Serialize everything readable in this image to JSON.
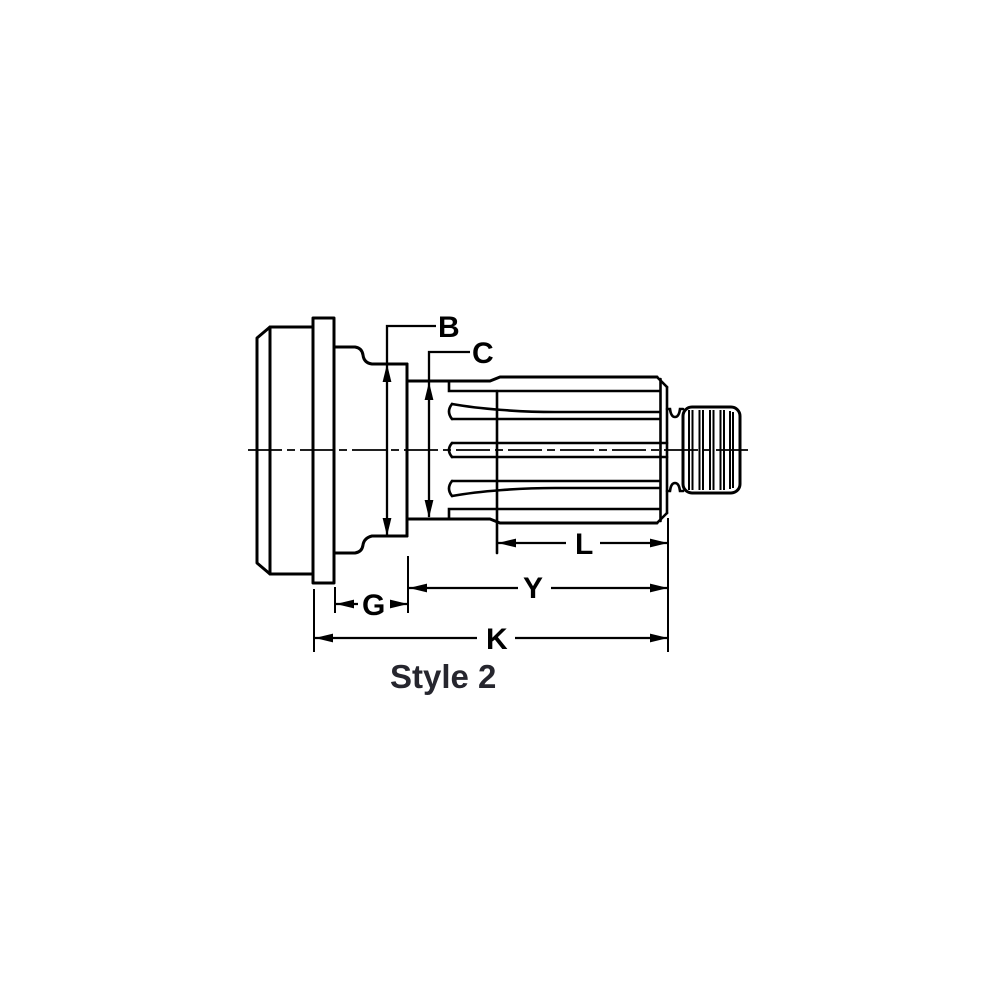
{
  "diagram": {
    "caption": "Style 2",
    "dimension_labels": {
      "b": "B",
      "c": "C",
      "g": "G",
      "l": "L",
      "y": "Y",
      "k": "K"
    },
    "colors": {
      "line": "#000000",
      "caption": "#26262e",
      "background": "#ffffff"
    }
  }
}
